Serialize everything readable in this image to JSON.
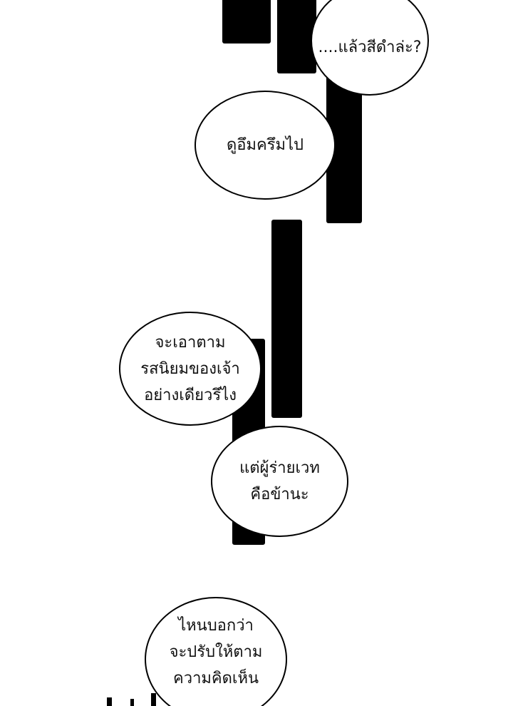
{
  "bubbles": [
    {
      "lines": [
        "....แล้วสีดำล่ะ?"
      ]
    },
    {
      "lines": [
        "ดูอึมครึมไป"
      ]
    },
    {
      "lines": [
        "จะเอาตาม",
        "รสนิยมของเจ้า",
        "อย่างเดียวรึไง"
      ]
    },
    {
      "lines": [
        "แต่ผู้ร่ายเวท",
        "คือข้านะ"
      ]
    },
    {
      "lines": [
        "ไหนบอกว่า",
        "จะปรับให้ตาม",
        "ความคิดเห็น"
      ]
    }
  ]
}
